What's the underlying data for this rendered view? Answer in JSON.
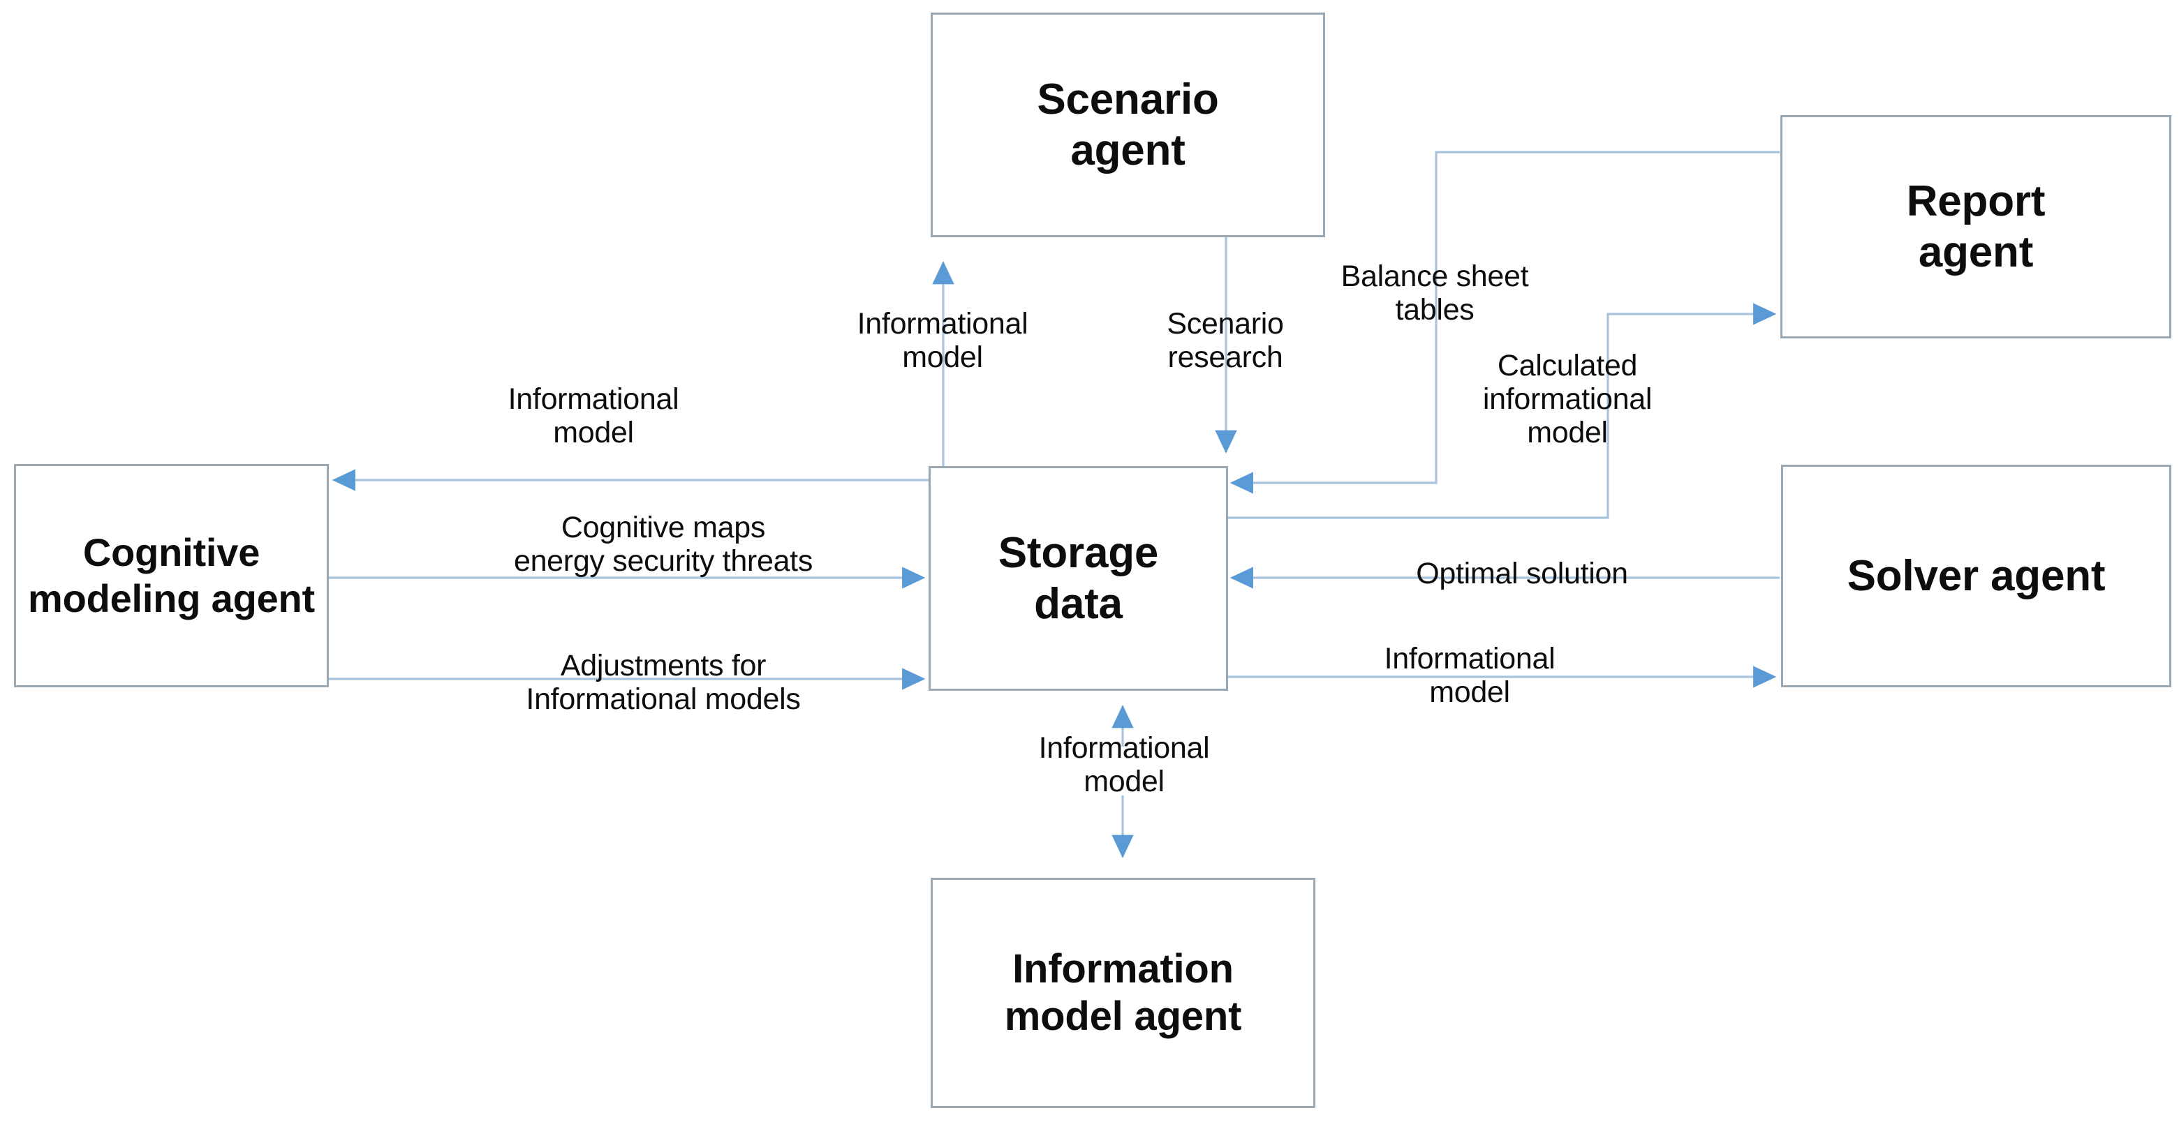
{
  "diagram": {
    "title": "Multi-agent architecture around Storage data",
    "colors": {
      "node_border": "#9AA8B4",
      "node_fill": "#FFFFFF",
      "connector_line": "#A8C4DC",
      "arrowhead": "#5B9BD5",
      "text": "#0D0D0D"
    },
    "nodes": [
      {
        "id": "scenario-agent",
        "label": "Scenario\nagent"
      },
      {
        "id": "report-agent",
        "label": "Report\nagent"
      },
      {
        "id": "cognitive-modeling-agent",
        "label": "Cognitive\nmodeling agent"
      },
      {
        "id": "storage-data",
        "label": "Storage\ndata"
      },
      {
        "id": "solver-agent",
        "label": "Solver agent"
      },
      {
        "id": "information-model-agent",
        "label": "Information\nmodel agent"
      }
    ],
    "edges": [
      {
        "id": "storage-to-scenario",
        "label": "Informational\nmodel",
        "from": "storage-data",
        "to": "scenario-agent"
      },
      {
        "id": "scenario-to-storage",
        "label": "Scenario\nresearch",
        "from": "scenario-agent",
        "to": "storage-data"
      },
      {
        "id": "report-to-storage",
        "label": "Balance sheet\ntables",
        "from": "report-agent",
        "to": "storage-data"
      },
      {
        "id": "storage-to-report",
        "label": "Calculated\ninformational\nmodel",
        "from": "storage-data",
        "to": "report-agent"
      },
      {
        "id": "storage-to-cognitive",
        "label": "Informational\nmodel",
        "from": "storage-data",
        "to": "cognitive-modeling-agent"
      },
      {
        "id": "cognitive-to-storage-maps",
        "label": "Cognitive maps\nenergy security threats",
        "from": "cognitive-modeling-agent",
        "to": "storage-data"
      },
      {
        "id": "cognitive-to-storage-adjust",
        "label": "Adjustments for\nInformational models",
        "from": "cognitive-modeling-agent",
        "to": "storage-data"
      },
      {
        "id": "solver-to-storage",
        "label": "Optimal solution",
        "from": "solver-agent",
        "to": "storage-data"
      },
      {
        "id": "storage-to-solver",
        "label": "Informational\nmodel",
        "from": "storage-data",
        "to": "solver-agent"
      },
      {
        "id": "info-model-storage-bidirectional",
        "label": "Informational\nmodel",
        "from": "information-model-agent",
        "to": "storage-data"
      }
    ]
  }
}
